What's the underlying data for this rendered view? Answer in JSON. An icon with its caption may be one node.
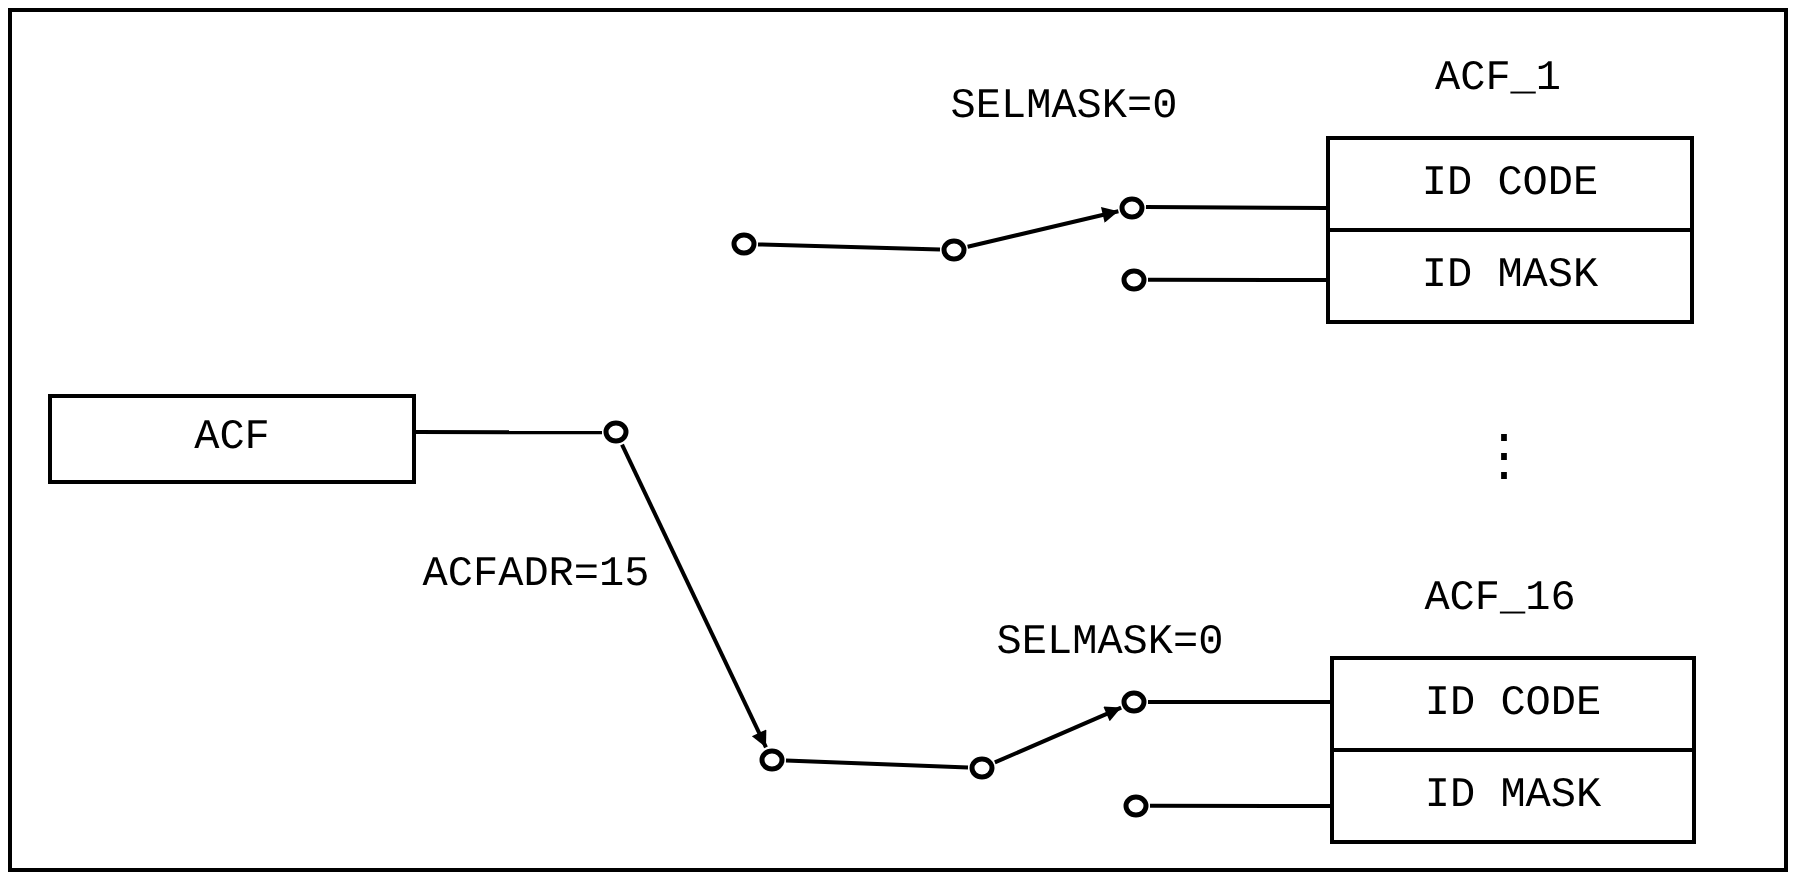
{
  "diagram": {
    "nodes": [
      {
        "text": [
          "ACF"
        ]
      },
      {
        "text": [],
        "shape": "circle"
      },
      {
        "text": [],
        "shape": "circle"
      },
      {
        "text": [],
        "shape": "circle"
      },
      {
        "text": [],
        "shape": "circle"
      },
      {
        "text": [],
        "shape": "circle"
      },
      {
        "text": [
          "ID CODE"
        ]
      },
      {
        "text": [
          "ID MASK"
        ]
      },
      {
        "text": [],
        "shape": "circle"
      },
      {
        "text": [],
        "shape": "circle"
      },
      {
        "text": [],
        "shape": "circle"
      },
      {
        "text": [],
        "shape": "circle"
      },
      {
        "text": [
          "ID CODE"
        ]
      },
      {
        "text": [
          "ID MASK"
        ]
      }
    ],
    "edges": [
      {
        "from": 0,
        "to": 1,
        "arrow": "none"
      },
      {
        "from": 1,
        "to": 8,
        "arrow": "to"
      },
      {
        "from": 2,
        "to": 3,
        "arrow": "none"
      },
      {
        "from": 3,
        "to": 4,
        "arrow": "to"
      },
      {
        "from": 4,
        "to": 6,
        "arrow": "none"
      },
      {
        "from": 5,
        "to": 7,
        "arrow": "none"
      },
      {
        "from": 8,
        "to": 9,
        "arrow": "none"
      },
      {
        "from": 9,
        "to": 10,
        "arrow": "to"
      },
      {
        "from": 10,
        "to": 12,
        "arrow": "none"
      },
      {
        "from": 11,
        "to": 13,
        "arrow": "none"
      }
    ],
    "labels": [
      "ACF_1",
      "SELMASK=0",
      "⋮",
      "ACFADR=15",
      "ACF_16",
      "SELMASK=0"
    ]
  }
}
